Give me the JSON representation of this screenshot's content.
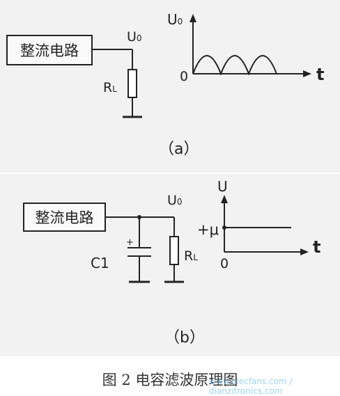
{
  "panel_a": {
    "box_label": "整流电路",
    "output_label": "U",
    "output_sub": "0",
    "load_label": "R",
    "load_sub": "L",
    "graph_y_label": "U",
    "graph_y_sub": "0",
    "graph_origin": "0",
    "graph_x_label": "t",
    "caption": "（a）"
  },
  "panel_b": {
    "box_label": "整流电路",
    "output_label": "U",
    "output_sub": "0",
    "cap_label": "C1",
    "cap_plus": "+",
    "load_label": "R",
    "load_sub": "L",
    "graph_y_label": "U",
    "graph_level_label": "+μ",
    "graph_origin": "0",
    "graph_x_label": "t",
    "caption": "（b）"
  },
  "figure_caption": "图 2  电容滤波原理图",
  "watermark": "www.elecfans.com / dianzitronics.com"
}
